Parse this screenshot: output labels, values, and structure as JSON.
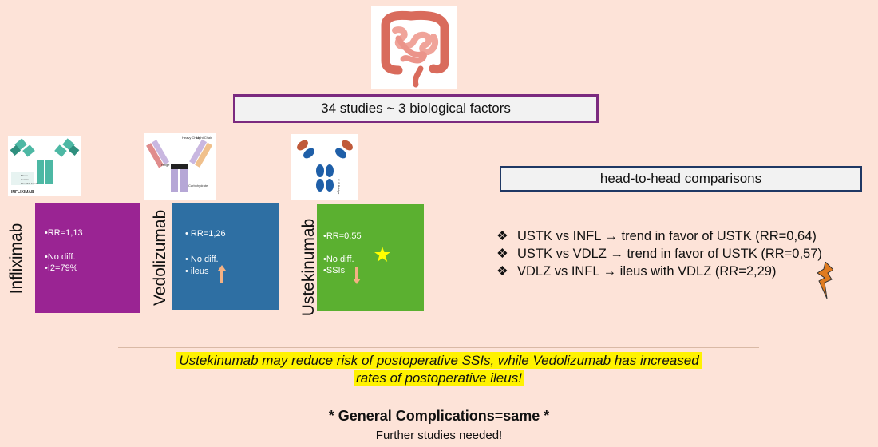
{
  "title": "34 studies ~ 3 biological factors",
  "drugs": [
    {
      "name": "Infliximab",
      "thumb_caption": "INFLIXIMAB",
      "thumb_legend": [
        "Mouse",
        "Human",
        "Fixed/ble bonds"
      ],
      "color": "#9a2493",
      "lines": [
        "•RR=1,13",
        "•No diff.",
        "•I2=79%"
      ]
    },
    {
      "name": "Vedolizumab",
      "thumb_labels": [
        "Heavy Chain",
        "Light Chain",
        "Hinge",
        "Carbohydrate"
      ],
      "color": "#2e6fa3",
      "lines": [
        "• RR=1,26",
        "• No diff.",
        "• ileus"
      ],
      "arrow": "up"
    },
    {
      "name": "Ustekinumab",
      "thumb_labels": [
        "S-S Bridge"
      ],
      "color": "#5bb030",
      "lines": [
        "•RR=0,55",
        "•No diff.",
        "•SSIs"
      ],
      "arrow": "down",
      "marker": "star"
    }
  ],
  "head_to_head": {
    "title": "head-to-head comparisons",
    "bullet_icon": "diamond-bullet-icon",
    "items": [
      "USTK vs INFL → trend in favor of USTK (RR=0,64)",
      "USTK vs VDLZ → trend in favor of USTK (RR=0,57)",
      "VDLZ vs INFL →  ileus with VDLZ (RR=2,29)"
    ],
    "marker_icon": "lightning-icon"
  },
  "conclusion": {
    "line1": "Ustekinumab may reduce risk of postoperative SSIs, while Vedolizumab has increased",
    "line2": "rates of postoperative ileus!",
    "highlight": "#fff200"
  },
  "general": "* General Complications=same *",
  "further": "Further studies needed!"
}
